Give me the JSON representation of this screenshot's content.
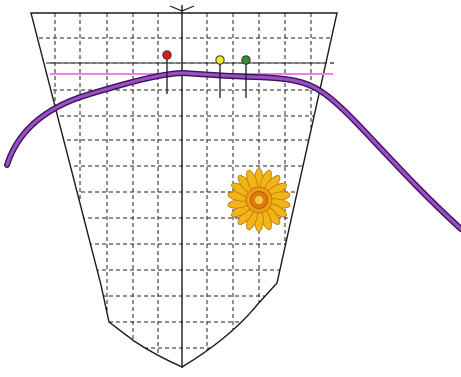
{
  "colors": {
    "background": "#ffffff",
    "outline": "#1a1a1a",
    "grid": "#222222",
    "curve_fill": "#9a4fc4",
    "curve_edge": "#3b1357",
    "guide_line": "#f07ff0",
    "pin_red": "#e01b1b",
    "pin_yellow": "#f3e72a",
    "pin_green": "#2f8f2f",
    "flower_petal": "#f2b417",
    "flower_petal_edge": "#b87c0a",
    "flower_center": "#f29a14"
  },
  "figure": {
    "elements": [
      "shield-outline",
      "dashed-grid",
      "center-divider",
      "purple-curve",
      "pink-guide-line",
      "red-pin",
      "yellow-pin",
      "green-pin",
      "sunflower"
    ],
    "markers": [
      {
        "name": "red-pin",
        "color": "red"
      },
      {
        "name": "yellow-pin",
        "color": "yellow"
      },
      {
        "name": "green-pin",
        "color": "green"
      }
    ]
  }
}
